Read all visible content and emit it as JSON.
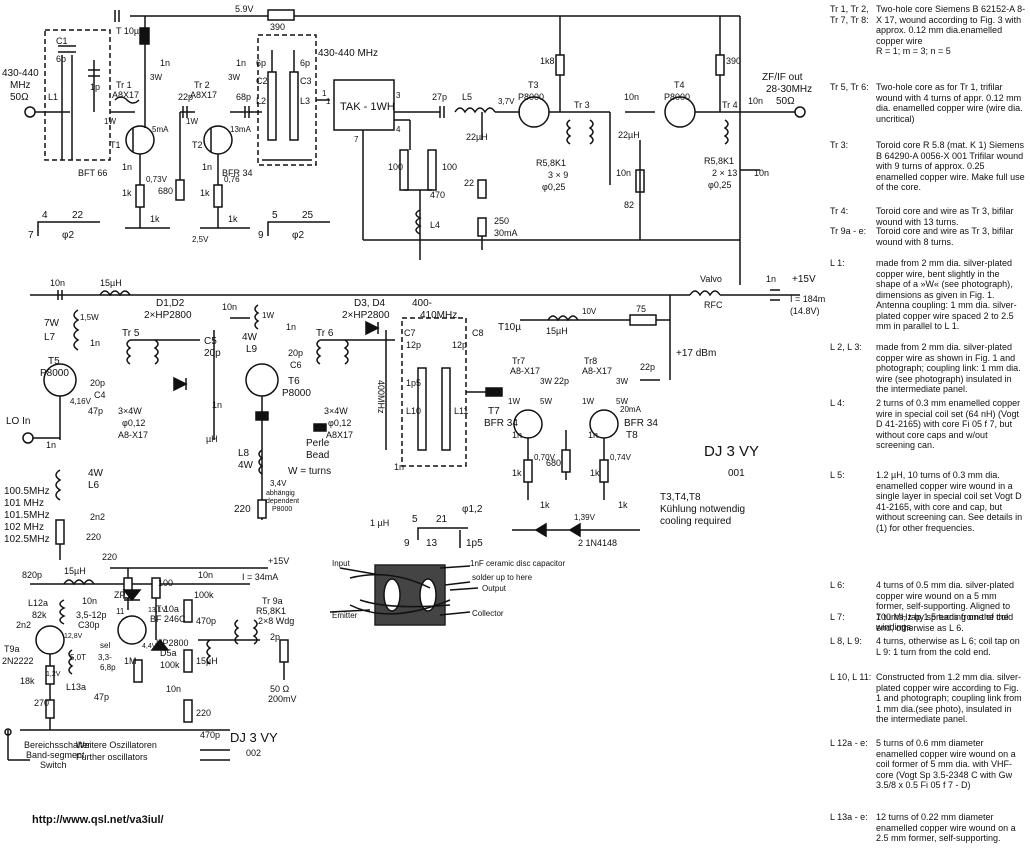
{
  "supply": {
    "v59": "5.9V",
    "r390": "390",
    "v15": "+15V",
    "i_main": "I = 184m",
    "v148": "(14.8V)",
    "valvo": "Valvo",
    "rfc": "RFC",
    "c1n": "1n",
    "c10u": "T 10µ",
    "c10u2": "T10µ"
  },
  "input_stage": {
    "freq_in_1": "430-440",
    "freq_in_2": "MHz",
    "ohm_in": "50Ω",
    "c1": "C1",
    "c1v": "6p",
    "c1p": "1p",
    "l1": "L1",
    "tr1": "Tr 1",
    "tr1b": "A8X17",
    "t1": "T1",
    "bft66": "BFT 66",
    "tr2": "Tr 2",
    "tr2b": "A8X17",
    "t2": "T2",
    "bfr34": "BFR 34",
    "c22p": "22p",
    "c68p": "68p",
    "c1n_a": "1n",
    "c1n_b": "1n",
    "c1n_c": "1n",
    "c1n_d": "1n",
    "r5ma": "5mA",
    "r13ma": "13mA",
    "v073": "0,73V",
    "v076": "0,76",
    "r1k_a": "1k",
    "r1k_b": "1k",
    "r680": "680",
    "pot1k_a": "1k",
    "pot1k_b": "1k",
    "v25": "2,5V",
    "w3w_a": "3W",
    "w1w_a": "1W",
    "w3w_b": "3W",
    "w1w_b": "1W",
    "dim_a1": "4",
    "dim_a2": "22",
    "dim_a3": "7",
    "dim_a4": "φ2",
    "dim_b1": "5",
    "dim_b2": "25",
    "dim_b3": "9",
    "dim_b4": "φ2"
  },
  "filter_430": {
    "label": "430-440 MHz",
    "c2": "C2",
    "c3": "C3",
    "c6p_a": "6p",
    "c6p_b": "6p",
    "l2": "L2",
    "l3": "L3",
    "n1": "1"
  },
  "mixer": {
    "tak": "TAK - 1WH",
    "p1": "1",
    "p3": "3",
    "p4": "4",
    "p7": "7",
    "c27p": "27p",
    "l5": "L5",
    "v37": "3,7V",
    "c22u": "22µH",
    "r100a": "100",
    "r100b": "100",
    "c470": "470",
    "l4": "L4",
    "r22": "22",
    "r250": "250",
    "i30": "30mA"
  },
  "if_amp": {
    "r1k8": "1k8",
    "t3": "T3",
    "p8000a": "P8000",
    "tr3": "Tr 3",
    "r58k1a": "R5,8K1",
    "w3x9": "3 × 9",
    "d025a": "φ0,25",
    "c10n_a": "10n",
    "c10n_b": "10n",
    "t4": "T4",
    "p8000b": "P8000",
    "c22u2": "22µH",
    "r82": "82",
    "r390b": "390",
    "tr4": "Tr 4",
    "r58k1b": "R5,8K1",
    "w2x13": "2 × 13",
    "d025b": "φ0,25",
    "c10n_c": "10n",
    "c10n_d": "10n",
    "out1": "ZF/IF out",
    "out2": "28-30MHz",
    "out3": "50Ω"
  },
  "lo_chain": {
    "c10n": "10n",
    "c15u": "15µH",
    "w15": "1,5W",
    "l7a": "7W",
    "l7b": "L7",
    "c1n": "1n",
    "t5": "T5",
    "p8000": "P8000",
    "c20p": "20p",
    "c4": "C4",
    "c47p": "47p",
    "v416": "4,16V",
    "lo": "LO In",
    "c1n2": "1n",
    "w4": "4W",
    "l6": "L6",
    "c2n2": "2n2",
    "r220": "220",
    "f1": "100.5MHz",
    "f2": "101    MHz",
    "f3": "101.5MHz",
    "f4": "102    MHz",
    "f5": "102.5MHz",
    "d12": "D1,D2",
    "hp1": "2×HP2800",
    "tr5": "Tr 5",
    "tr5w": "3×4W",
    "tr5d": "φ0,12",
    "tr5c": "A8-X17",
    "c5": "C5",
    "c5v": "20p",
    "c10n2": "10n",
    "w4b": "4W",
    "l9": "L9",
    "w1b": "1W",
    "c1n3": "1n",
    "c20p2": "20p",
    "c6": "C6",
    "t6": "T6",
    "p8000c": "P8000",
    "l8": "L8",
    "l8w": "4W",
    "c1n4": "1n",
    "c1u": "µH",
    "r220b": "220",
    "v34": "3,4V",
    "abh1": "abhängig",
    "abh2": "dependent",
    "abh3": "P8000",
    "perle1": "Perle",
    "perle2": "Bead",
    "wturns": "W = turns",
    "d34": "D3, D4",
    "hp2": "2×HP2800",
    "tr6": "Tr 6",
    "tr6w": "3×4W",
    "tr6d": "φ0,12",
    "tr6c": "A8X17",
    "mhz400": "400MHz",
    "c1n5": "1n",
    "c1uh": "1 µH"
  },
  "filter_400": {
    "label1": "400-",
    "label2": "410MHz",
    "c7": "C7",
    "c7v": "12p",
    "c8": "C8",
    "c8v": "12p",
    "c1p5": "1p5",
    "l10": "L10",
    "l11": "L11"
  },
  "lo_amp": {
    "c10u": "T10µ",
    "c15u": "15µH",
    "v10": "10V",
    "r75": "75",
    "dbm": "+17 dBm",
    "tr7": "Tr7",
    "tr7b": "A8-X17",
    "w3w_a": "3W",
    "w1w_a": "1W",
    "w5w_a": "5W",
    "c22p": "22p",
    "tr8": "Tr8",
    "tr8b": "A8-X17",
    "w3w_b": "3W",
    "w1w_b": "1W",
    "w5w_b": "5W",
    "c22p2": "22p",
    "t7": "T7",
    "t7t": "BFR 34",
    "t8": "T8",
    "t8t": "BFR 34",
    "i20": "20mA",
    "v070": "0,70V",
    "v074": "0,74V",
    "r1k_a": "1k",
    "r1k_b": "1k",
    "r680": "680",
    "p1k_a": "1k",
    "p1k_b": "1k",
    "v139": "1,39V",
    "diodes": "2   1N4148",
    "c1n_a": "1n",
    "c1n_b": "1n",
    "dim1": "5",
    "dim2": "21",
    "dim3": "9",
    "dim4": "13",
    "dim5": "1p5",
    "dim6": "φ1,2"
  },
  "title": {
    "call": "DJ 3 VY",
    "num": "001",
    "cool1": "T3,T4,T8",
    "cool2": "Kühlung notwendig",
    "cool3": "cooling required"
  },
  "osc": {
    "v15": "+15V",
    "i34": "I = 34mA",
    "c820p": "820p",
    "c15u": "15µH",
    "r220": "220",
    "r100": "100",
    "c10n": "10n",
    "l12a": "L12a",
    "r82k": "82k",
    "c10n2": "10n",
    "zpy": "ZPY",
    "v131": "13,1V",
    "v11": "11",
    "c35": "3,5-12p",
    "c30p": "C30p",
    "v128": "12,8V",
    "c2n2": "2n2",
    "t9a": "T9a",
    "t9at": "2N2222",
    "r18k": "18k",
    "v12": "1,2V",
    "l13a": "L13a",
    "c50t": "5,0T",
    "sel": "sel",
    "c33": "3,3-",
    "c68": "6,8p",
    "c47p": "47p",
    "r270": "270",
    "t10a": "T 10a",
    "bf246": "BF 246C",
    "r1m": "1M",
    "v44": "4,4V",
    "hp2800": "HP2800",
    "d5a": "D5a",
    "r100k": "100k",
    "r100k2": "100k",
    "c10n3": "10n",
    "r220b": "220",
    "c470p": "470p",
    "c15u2": "15µH",
    "tr9a": "Tr 9a",
    "r58": "R5,8K1",
    "wdg": "2×8 Wdg",
    "c2p": "2p",
    "o50": "50 Ω",
    "o200": "200mV",
    "bs1": "Bereichsschalter",
    "bs2": "Band-segment",
    "bs3": "Switch",
    "wo1": "Weitere Oszillatoren",
    "wo2": "Further oscillators",
    "c470p2": "470p",
    "call": "DJ 3 VY",
    "num": "002"
  },
  "coil_detail": {
    "in": "Input",
    "cap": "1nF ceramic disc capacitor",
    "solder": "solder up to here",
    "out": "Output",
    "emit": "Emitter",
    "coll": "Collector"
  },
  "notes": [
    {
      "key": "Tr 1, Tr 2,\nTr 7, Tr 8:",
      "text": "Two-hole core Siemens B 62152-A 8-X 17, wound according to Fig. 3 with approx. 0.12 mm dia.enamelled copper wire\nR = 1;  m = 3;  n = 5"
    },
    {
      "key": "Tr 5, Tr 6:",
      "text": "Two-hole core as for Tr 1, trifilar wound with 4 turns of appr. 0.12 mm dia. enamelled copper wire (wire dia. uncritical)"
    },
    {
      "key": "Tr 3:",
      "text": "Toroid core R 5.8 (mat. K 1) Siemens B 64290-A 0056-X 001 Trifilar wound with 9 turns of approx. 0.25 enamelled copper wire. Make full use of the core."
    },
    {
      "key": "Tr 4:",
      "text": "Toroid core and wire as Tr 3, bifilar wound with 13 turns."
    },
    {
      "key": "Tr 9a - e:",
      "text": "Toroid core and wire as Tr 3, bifilar wound with 8 turns."
    },
    {
      "key": "L 1:",
      "text": "made from 2 mm dia. silver-plated copper wire, bent slightly in the shape of a »W« (see photograph), dimensions as given in Fig. 1. Antenna coupling: 1 mm dia. silver-plated copper wire spaced 2 to 2.5 mm in parallel to L 1."
    },
    {
      "key": "L 2, L 3:",
      "text": "made from 2 mm dia. silver-plated copper wire as shown in Fig. 1 and photograph; coupling link: 1 mm dia. wire (see photograph) insulated in the intermediate panel."
    },
    {
      "key": "L 4:",
      "text": "2 turns of 0.3 mm enamelled copper wire in special coil set (64 nH) (Vogt D 41-2165) with core Fi 05 f 7, but without core caps and w/out screening can."
    },
    {
      "key": "L 5:",
      "text": "1.2 µH, 10 turns of 0.3 mm dia. enamelled copper wire wound in a single layer in special coil set Vogt D 41-2165, with core and cap, but without screening can. See details in (1) for other frequencies."
    },
    {
      "key": "L 6:",
      "text": "4 turns of 0.5 mm dia. silver-plated copper wire wound on a 5 mm former, self-supporting. Aligned to 100 MHz by spreading one of the windings."
    },
    {
      "key": "L 7:",
      "text": "7 turns, tap 1.5 turns from the cold end, otherwise as L 6."
    },
    {
      "key": "L 8, L 9:",
      "text": "4 turns, otherwise as L 6; coil tap on L 9: 1 turn from the cold end."
    },
    {
      "key": "L 10, L 11:",
      "text": "Constructed from 1.2 mm dia. silver-plated copper wire according to Fig. 1 and photograph; coupling link from 1 mm dia.(see photo), insulated in the intermediate panel."
    },
    {
      "key": "L 12a - e:",
      "text": "5 turns of 0.6 mm diameter enamelled copper wire wound on a coil former of 5 mm dia. with VHF-core (Vogt Sp 3.5-2348 C with Gw 3.5/8 x 0.5 Fi 05 f 7 - D)"
    },
    {
      "key": "L 13a - e:",
      "text": "12 turns of 0.22 mm diameter enamelled copper wire wound on a 2.5 mm former, self-supporting."
    }
  ],
  "url": "http://www.qsl.net/va3iul/"
}
